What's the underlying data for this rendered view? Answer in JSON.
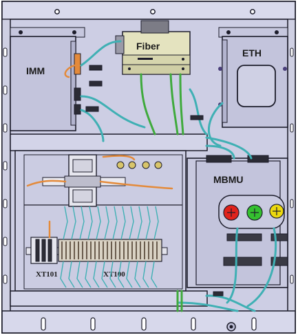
{
  "labels": {
    "imm": "IMM",
    "fiber": "Fiber",
    "eth": "ETH",
    "mbmu": "MBMU",
    "xt101": "XT101",
    "xt100": "XT100"
  },
  "colors": {
    "panel_fill": "#cfd0e6",
    "panel_stroke": "#1c1c2a",
    "module_fill": "#c7c8df",
    "fiber_box": "#e4e3bf",
    "cable_teal": "#3fb0b4",
    "cable_green": "#3faa3c",
    "cable_orange": "#e48a3a",
    "indicator_red": "#e0231c",
    "indicator_green": "#35c02f",
    "indicator_yellow": "#ecd90f"
  }
}
